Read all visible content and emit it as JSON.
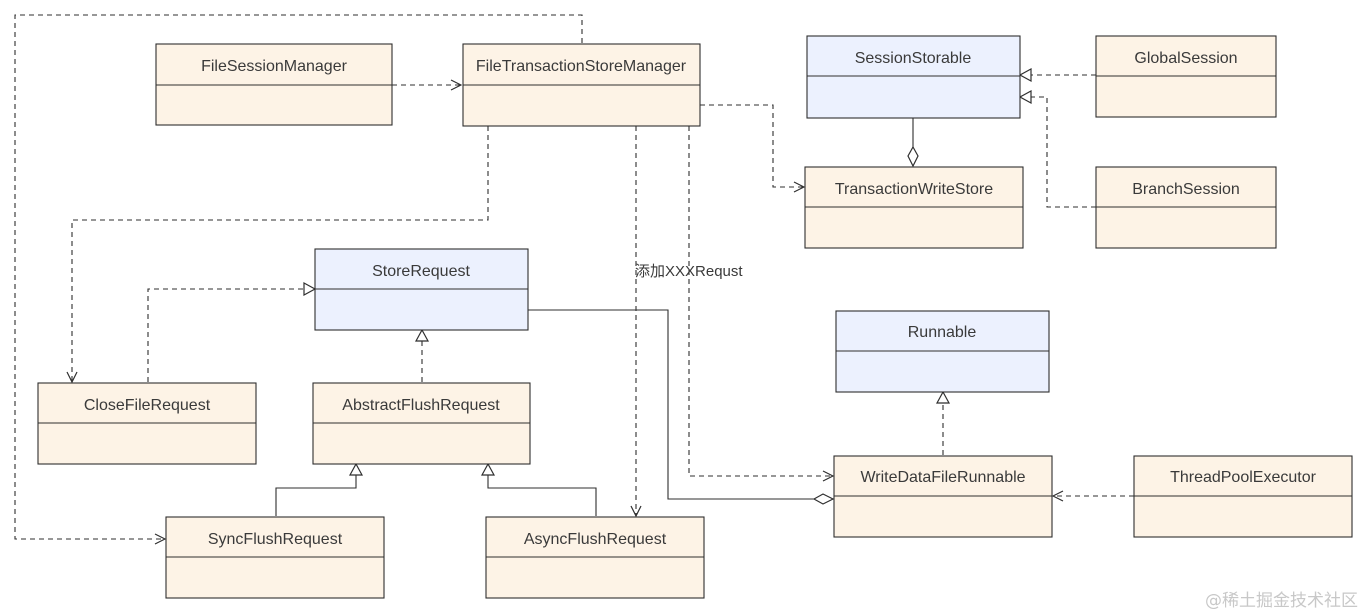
{
  "classes": {
    "file_session_manager": "FileSessionManager",
    "file_transaction_store_manager": "FileTransactionStoreManager",
    "session_storable": "SessionStorable",
    "global_session": "GlobalSession",
    "transaction_write_store": "TransactionWriteStore",
    "branch_session": "BranchSession",
    "store_request": "StoreRequest",
    "runnable": "Runnable",
    "close_file_request": "CloseFileRequest",
    "abstract_flush_request": "AbstractFlushRequest",
    "write_data_file_runnable": "WriteDataFileRunnable",
    "thread_pool_executor": "ThreadPoolExecutor",
    "sync_flush_request": "SyncFlushRequest",
    "async_flush_request": "AsyncFlushRequest"
  },
  "edge_labels": {
    "add_request": "添加XXXRequst"
  },
  "watermark": "@稀土掘金技术社区",
  "colors": {
    "class_fill": "#fdf3e6",
    "interface_fill": "#ecf1fe",
    "stroke": "#2f2f2f"
  }
}
